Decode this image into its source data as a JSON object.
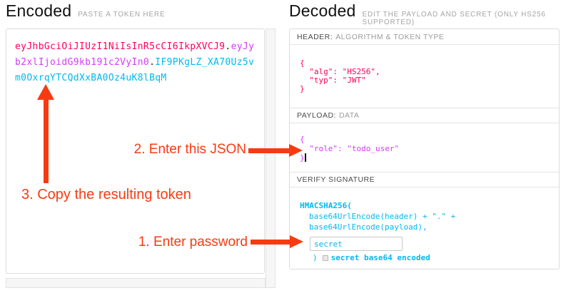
{
  "encoded": {
    "title": "Encoded",
    "subtitle": "PASTE A TOKEN HERE",
    "token_lines": [
      [
        {
          "part": "header",
          "text": "eyJhbGciOiJIUzI1NiIsInR5cCI6IkpXVCJ9"
        },
        {
          "part": "dot",
          "text": "."
        },
        {
          "part": "payload",
          "text": "eyJy"
        }
      ],
      [
        {
          "part": "payload",
          "text": "b2xlIjoidG9kb191c2VyIn0"
        },
        {
          "part": "dot",
          "text": "."
        },
        {
          "part": "signature",
          "text": "IF9PKgLZ_XA70Uz5v"
        }
      ],
      [
        {
          "part": "signature",
          "text": "m0OxrqYTCQdXxBA0Oz4uK8lBqM"
        }
      ]
    ]
  },
  "decoded": {
    "title": "Decoded",
    "subtitle": "EDIT THE PAYLOAD AND SECRET (ONLY HS256 SUPPORTED)",
    "header_section": {
      "label": "HEADER:",
      "sublabel": "ALGORITHM & TOKEN TYPE",
      "code_lines": [
        "{",
        "  \"alg\": \"HS256\",",
        "  \"typ\": \"JWT\"",
        "}"
      ]
    },
    "payload_section": {
      "label": "PAYLOAD:",
      "sublabel": "DATA",
      "code_lines": [
        "{",
        "  \"role\": \"todo_user\"",
        "}"
      ]
    },
    "signature_section": {
      "label": "VERIFY SIGNATURE",
      "line1": "HMACSHA256(",
      "line2": "base64UrlEncode(header) + \".\" +",
      "line3": "base64UrlEncode(payload),",
      "secret_value": "secret",
      "close_paren": ")",
      "checkbox_label": "secret base64 encoded"
    }
  },
  "annotations": {
    "step1": "1. Enter password",
    "step2": "2. Enter this JSON",
    "step3": "3. Copy the resulting token"
  },
  "colors": {
    "token_header": "#fb015b",
    "token_payload": "#d63aff",
    "token_signature": "#00b9f1",
    "annotation": "#f83a12"
  }
}
